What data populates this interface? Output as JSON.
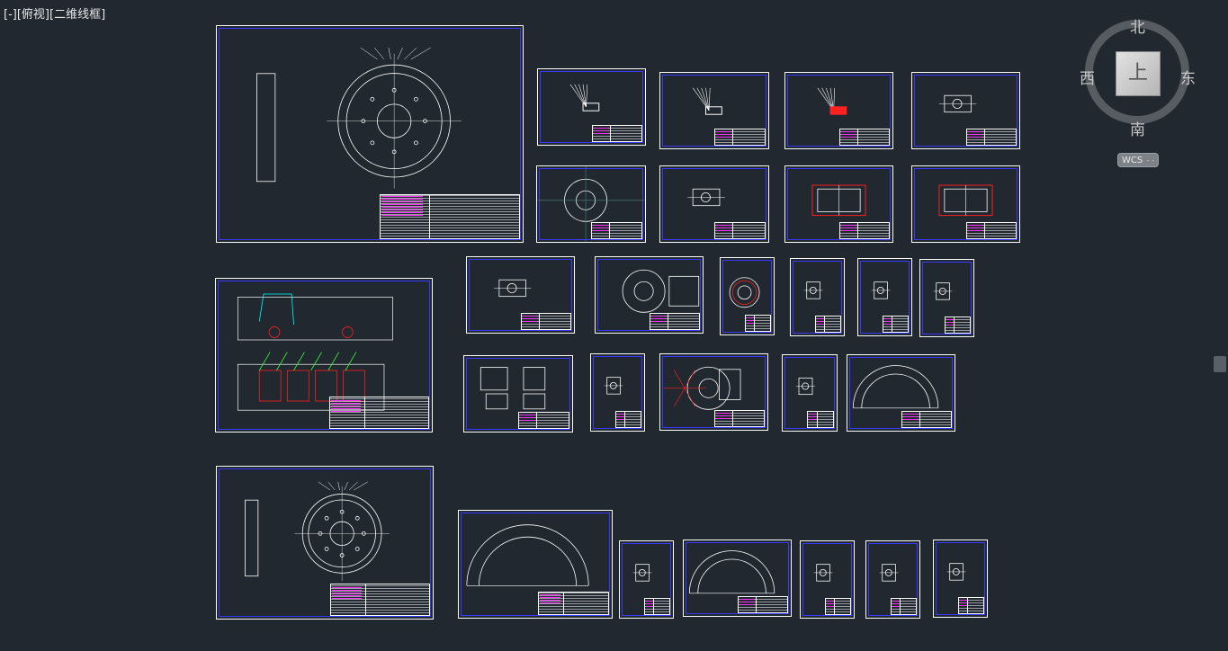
{
  "viewport_controls": {
    "view_menu": "[-]",
    "view_direction": "[俯视]",
    "visual_style": "[二维线框]"
  },
  "viewcube": {
    "north": "北",
    "south": "南",
    "west": "西",
    "east": "东",
    "face": "上",
    "coordinate_system": "WCS"
  },
  "colors": {
    "background": "#212830",
    "sheet_border": "#ffffff",
    "inner_border": "#3a3aff",
    "drawing_lines": "#ffffff",
    "highlight_red": "#ff2020",
    "highlight_cyan": "#00ffff",
    "highlight_magenta": "#ff33ff",
    "highlight_green": "#33ff33"
  },
  "drawing_sheets": [
    {
      "id": "brake-assembly-top"
    },
    {
      "id": "part-sheet-r1-1"
    },
    {
      "id": "part-sheet-r1-2"
    },
    {
      "id": "part-sheet-r1-3"
    },
    {
      "id": "part-sheet-r1-4"
    },
    {
      "id": "part-sheet-r2-1"
    },
    {
      "id": "part-sheet-r2-2"
    },
    {
      "id": "part-sheet-r2-3"
    },
    {
      "id": "part-sheet-r2-4"
    },
    {
      "id": "truck-assembly"
    },
    {
      "id": "part-sheet-r3-1"
    },
    {
      "id": "part-sheet-r3-2"
    },
    {
      "id": "part-sheet-r3-3"
    },
    {
      "id": "part-sheet-r3-4"
    },
    {
      "id": "part-sheet-r3-5"
    },
    {
      "id": "part-sheet-r3-6"
    },
    {
      "id": "part-sheet-r4-1"
    },
    {
      "id": "part-sheet-r4-2"
    },
    {
      "id": "part-sheet-r4-3"
    },
    {
      "id": "part-sheet-r4-4"
    },
    {
      "id": "part-sheet-r4-5"
    },
    {
      "id": "brake-assembly-bottom"
    },
    {
      "id": "brake-shoe-sheet"
    },
    {
      "id": "part-sheet-r5-1"
    },
    {
      "id": "part-sheet-r5-2"
    },
    {
      "id": "part-sheet-r5-3"
    },
    {
      "id": "part-sheet-r5-4"
    },
    {
      "id": "part-sheet-r5-5"
    }
  ]
}
